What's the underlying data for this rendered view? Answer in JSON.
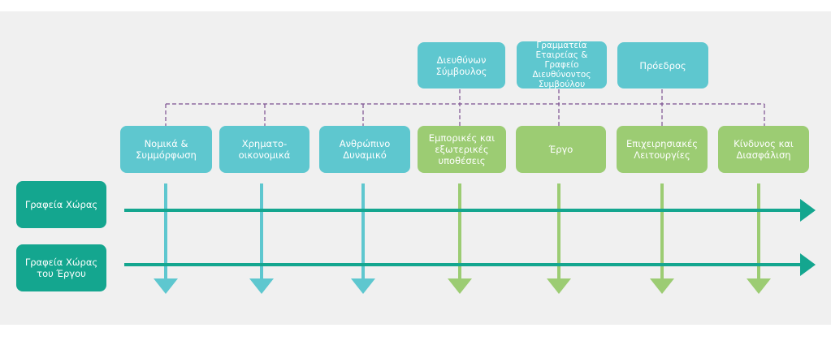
{
  "top_boxes": [
    {
      "label": "Διευθύνων\nΣύμβουλος"
    },
    {
      "label": "Γραμματεία\nΕταιρείας & Γραφείο\nΔιευθύνοντος\nΣυμβούλου"
    },
    {
      "label": "Πρόεδρος"
    }
  ],
  "functions": [
    {
      "label": "Νομικά &\nΣυμμόρφωση",
      "color": "#5ec7cf"
    },
    {
      "label": "Χρηματο-\nοικονομικά",
      "color": "#5ec7cf"
    },
    {
      "label": "Ανθρώπινο\nΔυναμικό",
      "color": "#5ec7cf"
    },
    {
      "label": "Εμπορικές και\nεξωτερικές\nυποθέσεις",
      "color": "#9ccc73"
    },
    {
      "label": "Έργο",
      "color": "#9ccc73"
    },
    {
      "label": "Επιχειρησιακές\nΛειτουργίες",
      "color": "#9ccc73"
    },
    {
      "label": "Κίνδυνος και\nΔιασφάλιση",
      "color": "#9ccc73"
    }
  ],
  "rows": [
    {
      "label": "Γραφεία Χώρας"
    },
    {
      "label": "Γραφεία Χώρας\nτου Έργου"
    }
  ],
  "colors": {
    "teal": "#14a68f",
    "cyan": "#5ec7cf",
    "green": "#9ccc73",
    "dash": "#7b4f8f",
    "background": "#f0f0f0"
  }
}
